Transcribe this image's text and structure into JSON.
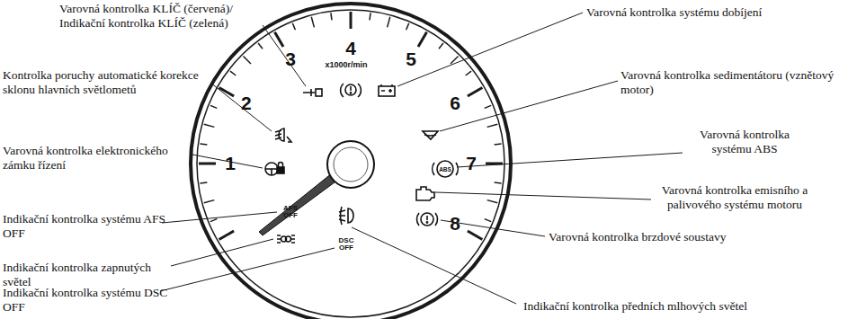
{
  "diagram": {
    "labels": [
      "Varovná kontrolka KLÍČ (červená)/ Indikační kontrolka KLÍČ (zelená)",
      "Varovná kontrolka systému dobíjení",
      "Kontrolka poruchy automatické korekce sklonu hlavních světlometů",
      "Varovná kontrolka sedimentátoru (vznětový motor)",
      "Varovná kontrolka systému ABS",
      "Varovná kontrolka elektronického zámku řízení",
      "Varovná kontrolka emisního a palivového systému motoru",
      "Indikační kontrolka systému AFS OFF",
      "Varovná kontrolka brzdové soustavy",
      "Indikační kontrolka zapnutých světel",
      "Indikační kontrolka systému DSC OFF",
      "Indikační kontrolka předních mlhových světel",
      "1",
      "2",
      "3",
      "4",
      "5",
      "6",
      "7",
      "8",
      "x1000r/min",
      "AFS OFF",
      "DSC OFF",
      "ABS"
    ]
  }
}
